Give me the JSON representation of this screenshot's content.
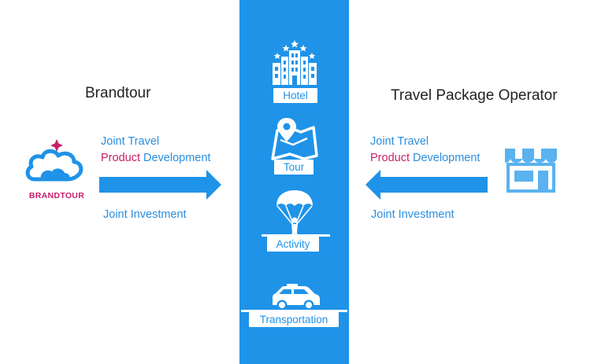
{
  "left_party": {
    "title": "Brandtour",
    "logo_text": "BRANDTOUR",
    "flow_line1": "Joint Travel",
    "flow_line2_accent": "Product",
    "flow_line2_rest": " Development",
    "investment": "Joint Investment"
  },
  "right_party": {
    "title": "Travel Package Operator",
    "flow_line1": "Joint Travel",
    "flow_line2_accent": "Product",
    "flow_line2_rest": " Development",
    "investment": "Joint Investment"
  },
  "categories": [
    {
      "label": "Hotel",
      "icon": "hotel-icon"
    },
    {
      "label": "Tour",
      "icon": "map-pin-icon"
    },
    {
      "label": "Activity",
      "icon": "parachute-icon"
    },
    {
      "label": "Transportation",
      "icon": "car-icon"
    }
  ],
  "colors": {
    "primary_blue": "#1f93e8",
    "text_blue": "#2a8ee0",
    "accent_magenta": "#c8206a",
    "light_blue": "#5ab2ef"
  }
}
